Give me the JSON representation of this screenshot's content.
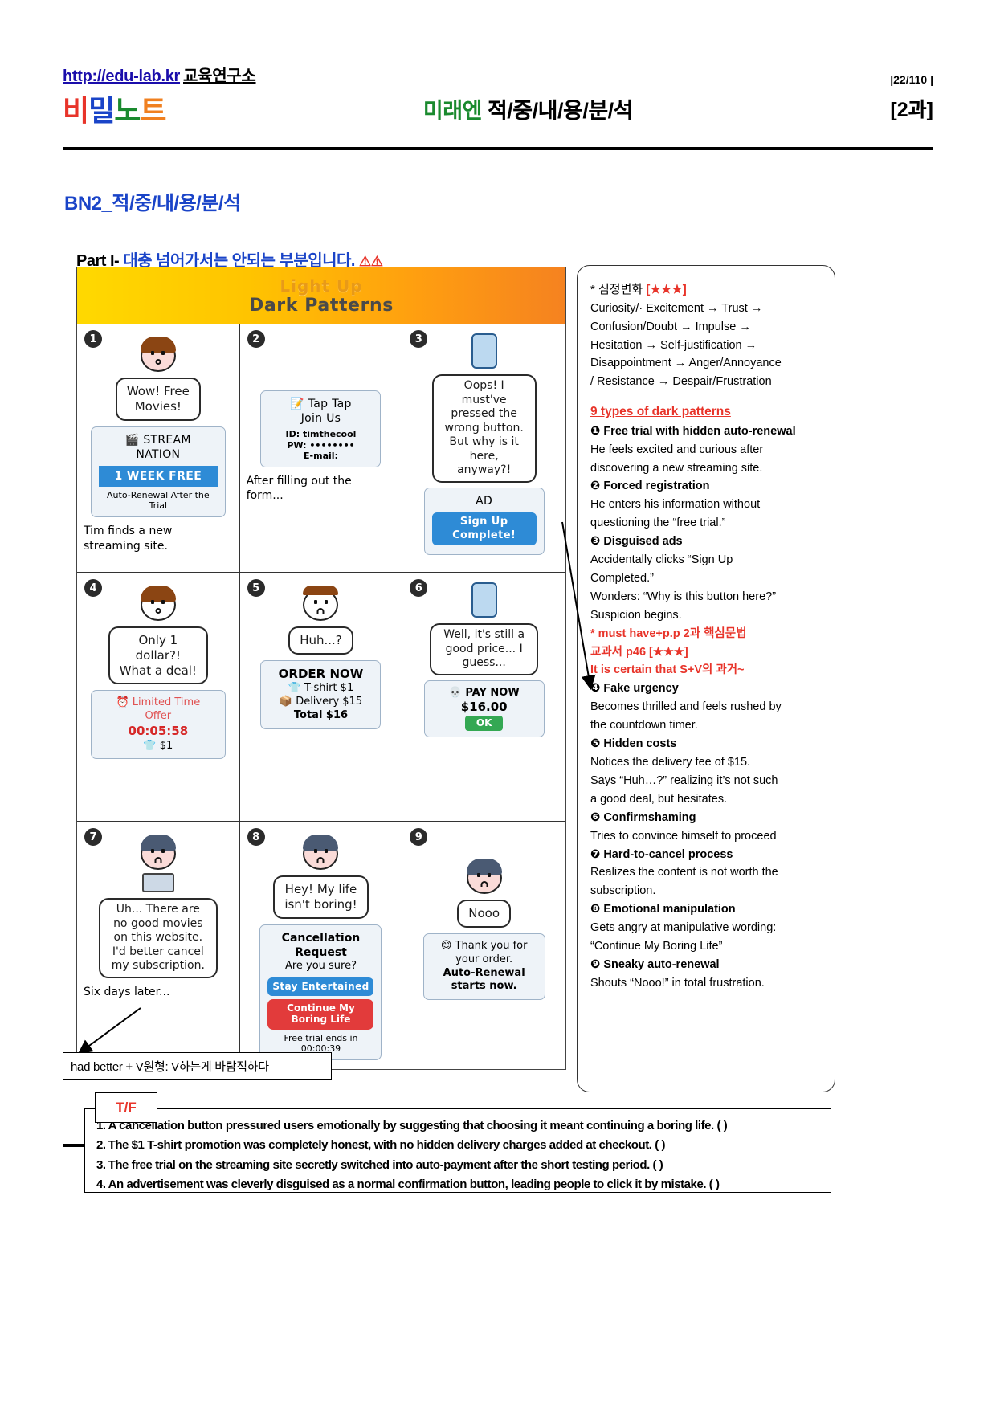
{
  "header": {
    "site_url": "http://edu-lab.kr",
    "site_org": "교육연구소",
    "page_number": "|22/110 |",
    "brand": {
      "c1": "비",
      "c2": "밀",
      "c3": "노",
      "c4": "트"
    },
    "center_publisher": "미래엔",
    "center_title": "적/중/내/용/분/석",
    "lesson": "[2과]"
  },
  "section": {
    "title": "BN2_적/중/내/용/분/석"
  },
  "part": {
    "label": "Part I-",
    "korean": "대충 넘어가서는 안되는 부분입니다.",
    "warning": "⚠⚠"
  },
  "comic": {
    "banner_line1": "Light Up",
    "banner_line2": "Dark Patterns",
    "panels": [
      {
        "number": "1",
        "bubble": "Wow! Free\nMovies!",
        "card_title": "STREAM\nNATION",
        "card_icon": "clapperboard-icon",
        "card_button": "1 WEEK FREE",
        "card_note": "Auto-Renewal After the\nTrial",
        "caption": "Tim finds a new\nstreaming site."
      },
      {
        "number": "2",
        "card_title": "Tap Tap\nJoin Us",
        "card_icon": "form-icon",
        "field_id": "ID: timthecool",
        "field_pw": "PW: ••••••••",
        "field_email": "E-mail:",
        "caption": "After filling out the\nform..."
      },
      {
        "number": "3",
        "device": "phone-icon",
        "bubble": "Oops! I must've pressed the wrong button. But why is it here, anyway?!",
        "ad_label": "AD",
        "ad_button": "Sign Up\nComplete!"
      },
      {
        "number": "4",
        "bubble": "Only 1\ndollar?!\nWhat a deal!",
        "card_title": "Limited Time\nOffer",
        "card_icon": "alarm-clock-icon",
        "timer": "00:05:58",
        "price": "$1",
        "price_icon": "shirt-icon"
      },
      {
        "number": "5",
        "bubble": "Huh...?",
        "card_title": "ORDER NOW",
        "item1": "T-shirt $1",
        "item1_icon": "shirt-icon",
        "item2": "Delivery $15",
        "item2_icon": "box-icon",
        "total": "Total $16"
      },
      {
        "number": "6",
        "device": "phone-icon",
        "bubble": "Well, it's still a good price... I guess...",
        "card_title": "PAY NOW",
        "card_icon": "skull-icon",
        "amount": "$16.00",
        "button": "OK"
      },
      {
        "number": "7",
        "device": "tablet-icon",
        "bubble": "Uh... There are no good movies on this website. I'd better cancel my subscription.",
        "caption": "Six days later..."
      },
      {
        "number": "8",
        "bubble": "Hey! My life\nisn't boring!",
        "card_title": "Cancellation\nRequest",
        "card_sub": "Are you sure?",
        "button_blue": "Stay Entertained",
        "button_red": "Continue My\nBoring Life",
        "note": "Free trial ends in",
        "timer": "00:00:39"
      },
      {
        "number": "9",
        "bubble": "Nooo",
        "card_icon": "smiley-icon",
        "card_line1": "Thank you for",
        "card_line2": "your order.",
        "card_line3": "Auto-Renewal",
        "card_line4": "starts now."
      }
    ]
  },
  "notes": {
    "heading": "* 심정변화",
    "heading_stars": "[★★★]",
    "flow": [
      " Curiosity/· Excitement → Trust →",
      "Confusion/Doubt → Impulse →",
      "Hesitation → Self-justification →",
      "Disappointment → Anger/Annoyance",
      "/ Resistance → Despair/Frustration"
    ],
    "types_heading": "9 types of dark patterns",
    "items": [
      {
        "num": "❶",
        "title": "Free trial with hidden auto-renewal",
        "body": [
          "He feels excited and curious after",
          "discovering a new streaming site."
        ]
      },
      {
        "num": "❷",
        "title": "Forced registration",
        "body": [
          "He enters his information without",
          "questioning the “free trial.”"
        ]
      },
      {
        "num": "❸",
        "title": "Disguised ads",
        "body": [
          "Accidentally clicks “Sign Up",
          "Completed.”",
          "Wonders: “Why is this button here?”",
          "Suspicion begins."
        ]
      },
      {
        "num": "❹",
        "title": "Fake urgency",
        "body": [
          "Becomes thrilled and feels rushed by",
          "the countdown timer."
        ]
      },
      {
        "num": "❺",
        "title": "Hidden costs",
        "body": [
          "Notices the delivery fee of $15.",
          "Says “Huh…?” realizing it’s not such",
          "a good deal, but hesitates."
        ]
      },
      {
        "num": "❻",
        "title": "Confirmshaming",
        "body": [
          "Tries to convince himself to proceed"
        ]
      },
      {
        "num": "❼",
        "title": "Hard-to-cancel process",
        "body": [
          "Realizes the content is not worth the",
          "subscription."
        ]
      },
      {
        "num": "❽",
        "title": "Emotional manipulation",
        "body": [
          "Gets angry at manipulative wording:",
          "“Continue My Boring Life”"
        ]
      },
      {
        "num": "❾",
        "title": "Sneaky auto-renewal",
        "body": [
          "Shouts “Nooo!” in total frustration."
        ]
      }
    ],
    "grammar_note": [
      "* must have+p.p 2과 핵심문법",
      "교과서 p46 [★★★]",
      "It is certain that S+V의 과거~"
    ]
  },
  "grammar_box": {
    "text": "had better + V원형: V하는게 바람직하다"
  },
  "tf": {
    "tab_label": "T/F",
    "items": [
      {
        "n": "1.",
        "text": "A cancellation button pressured users emotionally by suggesting that choosing it meant continuing a boring life. (   )"
      },
      {
        "n": "2.",
        "text": "The $1 T-shirt promotion was completely honest, with no hidden delivery charges added at checkout. (   )"
      },
      {
        "n": "3.",
        "text": "The free trial on the streaming site secretly switched into auto-payment after the short testing period. (   )"
      },
      {
        "n": "4.",
        "text": "An advertisement was cleverly disguised as a normal confirmation button, leading people to click it by mistake. (   )"
      }
    ]
  }
}
